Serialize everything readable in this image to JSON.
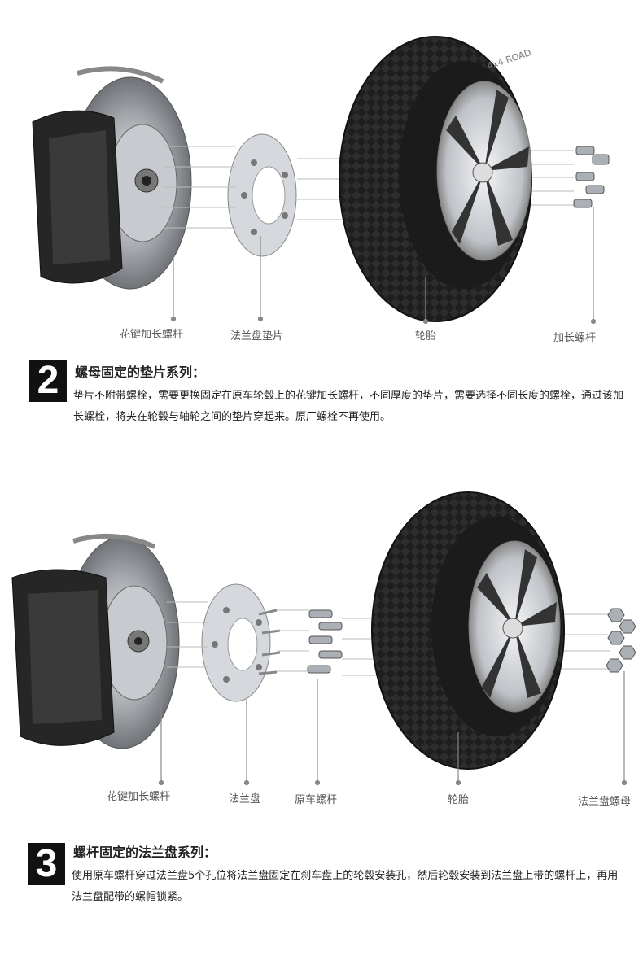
{
  "panel1": {
    "labels": {
      "spline_bolt": "花键加长螺杆",
      "spacer": "法兰盘垫片",
      "tire": "轮胎",
      "ext_bolt": "加长螺杆"
    }
  },
  "section2": {
    "number": "2",
    "title": "螺母固定的垫片系列：",
    "desc": "垫片不附带螺栓，需要更换固定在原车轮毂上的花键加长螺杆，不同厚度的垫片，需要选择不同长度的螺栓，通过该加长螺栓，将夹在轮毂与轴轮之间的垫片穿起来。原厂螺栓不再使用。"
  },
  "panel2": {
    "labels": {
      "spline_bolt": "花键加长螺杆",
      "flange": "法兰盘",
      "orig_bolt": "原车螺杆",
      "tire": "轮胎",
      "flange_nut": "法兰盘螺母"
    }
  },
  "section3": {
    "number": "3",
    "title": "螺杆固定的法兰盘系列：",
    "desc": "使用原车螺杆穿过法兰盘5个孔位将法兰盘固定在刹车盘上的轮毂安装孔，然后轮毂安装到法兰盘上带的螺杆上，再用法兰盘配带的螺帽锁紧。"
  },
  "tire_sidewall_text": "4x4 ROAD",
  "colors": {
    "tire": "#1c1c1c",
    "rim": "#cfd2d6",
    "disc": "#9a9ea3",
    "caliper": "#222",
    "spacer": "#c9ccd2"
  }
}
